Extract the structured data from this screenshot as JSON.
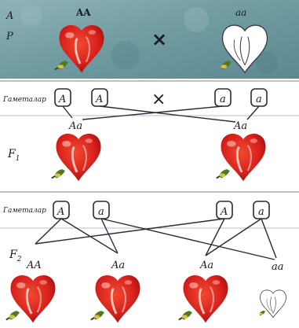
{
  "parents": {
    "row_labels": [
      "A",
      "P"
    ],
    "left_genotype": "AA",
    "cross_symbol": "×",
    "right_genotype": "aa"
  },
  "gametes_1": {
    "label": "Гаметалар",
    "alleles": [
      "A",
      "A",
      "a",
      "a"
    ],
    "cross_symbol": "×",
    "offspring": [
      "Aa",
      "Aa"
    ]
  },
  "f1": {
    "label": "F",
    "subscript": "1"
  },
  "gametes_2": {
    "label": "Гаметалар",
    "alleles": [
      "A",
      "a",
      "A",
      "a"
    ]
  },
  "f2": {
    "label": "F",
    "subscript": "2",
    "genotypes": [
      "AA",
      "Aa",
      "Aa",
      "aa"
    ]
  },
  "colors": {
    "banner_bg": "#6f9aa0",
    "red_flower": "#d8201c",
    "red_dark": "#9a0e0e",
    "white_flower": "#ffffff",
    "leaf": "#4f7a24",
    "ink": "#2a2a35"
  }
}
